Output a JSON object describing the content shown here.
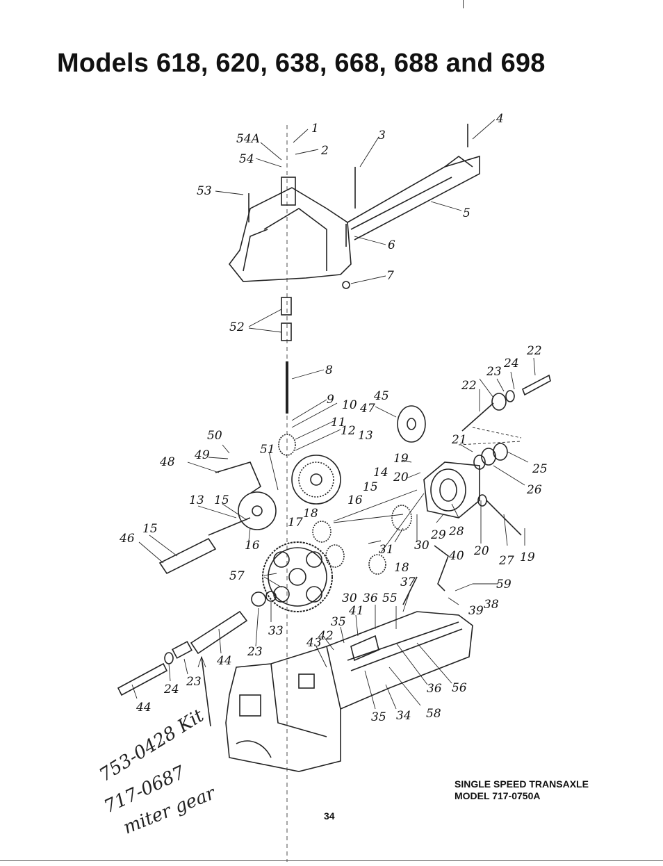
{
  "header": {
    "title": "Models 618, 620, 638, 668, 688 and 698"
  },
  "caption": {
    "line1": "SINGLE SPEED TRANSAXLE",
    "line2": "MODEL 717-0750A"
  },
  "page_number": "34",
  "handwritten_note": {
    "line1": "753-0428 Kit",
    "line2": "717-0687",
    "line3": "miter gear"
  },
  "part_labels": {
    "p1": "1",
    "p2": "2",
    "p3": "3",
    "p4": "4",
    "p5": "5",
    "p6": "6",
    "p7": "7",
    "p8": "8",
    "p9": "9",
    "p10": "10",
    "p11": "11",
    "p12": "12",
    "p13a": "13",
    "p13b": "13",
    "p14": "14",
    "p15a": "15",
    "p15b": "15",
    "p15c": "15",
    "p16a": "16",
    "p16b": "16",
    "p17": "17",
    "p18a": "18",
    "p18b": "18",
    "p19a": "19",
    "p19b": "19",
    "p20a": "20",
    "p20b": "20",
    "p21": "21",
    "p22a": "22",
    "p22b": "22",
    "p23a": "23",
    "p23b": "23",
    "p23c": "23",
    "p24a": "24",
    "p24b": "24",
    "p25": "25",
    "p26": "26",
    "p27": "27",
    "p28": "28",
    "p29": "29",
    "p30a": "30",
    "p30b": "30",
    "p31": "31",
    "p33": "33",
    "p34": "34",
    "p35a": "35",
    "p35b": "35",
    "p36a": "36",
    "p36b": "36",
    "p37": "37",
    "p38": "38",
    "p39": "39",
    "p40": "40",
    "p41": "41",
    "p42": "42",
    "p43": "43",
    "p44a": "44",
    "p44b": "44",
    "p45": "45",
    "p46": "46",
    "p47": "47",
    "p48": "48",
    "p49": "49",
    "p50": "50",
    "p51": "51",
    "p52": "52",
    "p53": "53",
    "p54": "54",
    "p54a": "54A",
    "p55": "55",
    "p56": "56",
    "p57": "57",
    "p58": "58",
    "p59": "59"
  }
}
